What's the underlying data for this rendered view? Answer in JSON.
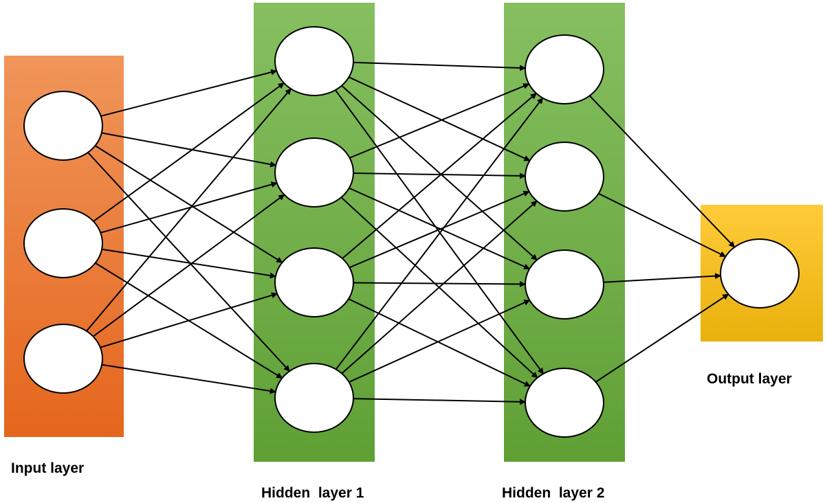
{
  "diagram": {
    "layers": [
      {
        "id": "input",
        "label": "Input layer",
        "neurons": 3,
        "color_top": "#F0955A",
        "color_bottom": "#E5661D"
      },
      {
        "id": "h1",
        "label": "Hidden  layer 1",
        "neurons": 4,
        "color_top": "#86BF60",
        "color_bottom": "#5FA035"
      },
      {
        "id": "h2",
        "label": "Hidden  layer 2",
        "neurons": 4,
        "color_top": "#86BF60",
        "color_bottom": "#5FA035"
      },
      {
        "id": "output",
        "label": "Output layer",
        "neurons": 1,
        "color_top": "#FFCB3A",
        "color_bottom": "#E9B10C"
      }
    ],
    "connections": "fully-connected",
    "neuron_fill": "#ffffff",
    "edge_color": "#000000"
  }
}
